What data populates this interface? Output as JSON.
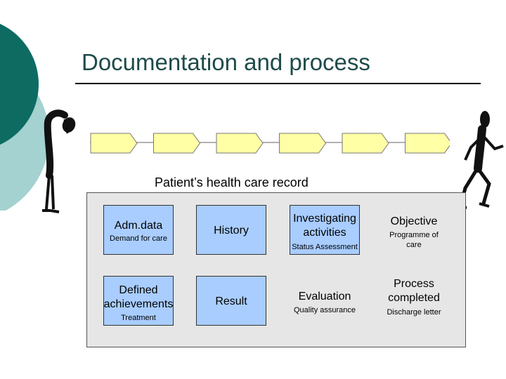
{
  "slide": {
    "title": "Documentation and process",
    "record_label": "Patient’s health care record"
  },
  "colors": {
    "title": "#1f4a4a",
    "teal_dark": "#0d6b62",
    "teal_light": "#a3d2d0",
    "arrow_fill": "#ffffa6",
    "cell_fill": "#a9cdff",
    "record_fill": "#e6e6e6"
  },
  "process_arrows": {
    "count": 6
  },
  "record": {
    "cells": [
      {
        "main": "Adm.data",
        "sub": "Demand for care"
      },
      {
        "main": "History",
        "sub": ""
      },
      {
        "main": "Investigating activities",
        "sub": "Status Assessment"
      },
      {
        "main": "Objective",
        "sub": "Programme of care"
      },
      {
        "main": "Defined achievements",
        "sub": "Treatment"
      },
      {
        "main": "Result",
        "sub": ""
      },
      {
        "main": "Evaluation",
        "sub": "Quality assurance"
      },
      {
        "main": "Process completed",
        "sub": "Discharge letter"
      }
    ]
  },
  "illustrations": [
    "sad-figure",
    "running-figure"
  ]
}
